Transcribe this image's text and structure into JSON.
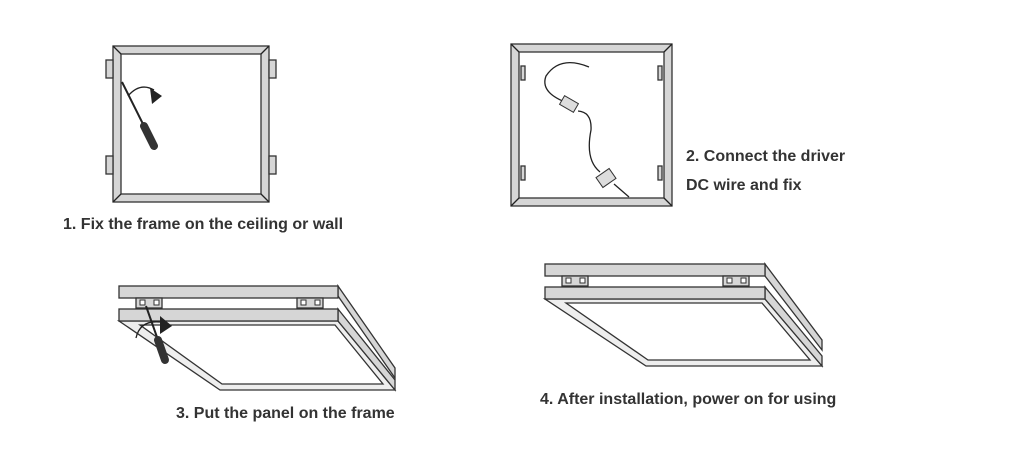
{
  "steps": [
    {
      "label": "1. Fix the frame on the ceiling or wall"
    },
    {
      "label_line1": "2. Connect the driver",
      "label_line2": "DC wire and fix"
    },
    {
      "label": "3. Put the panel on the frame"
    },
    {
      "label": "4. After installation, power on for using"
    }
  ]
}
